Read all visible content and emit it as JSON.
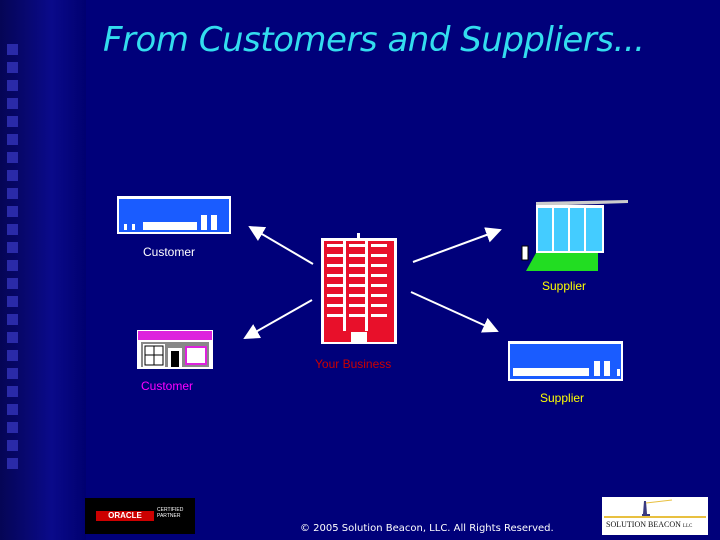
{
  "title": "From Customers and Suppliers...",
  "labels": {
    "customer_top": "Customer",
    "supplier_top": "Supplier",
    "your_business": "Your Business",
    "customer_bottom": "Customer",
    "supplier_bottom": "Supplier"
  },
  "footer": "© 2005 Solution Beacon, LLC.  All Rights Reserved.",
  "logos": {
    "oracle_word": "ORACLE",
    "oracle_tag": "CERTIFIED PARTNER",
    "solution_beacon": "SOLUTION BEACON LLC"
  },
  "colors": {
    "background": "#00007a",
    "title": "#33ddee",
    "customer_top_label": "#ffffff",
    "supplier_label": "#ffff00",
    "business_label": "#cc0000",
    "customer_bottom_label": "#ff00ff"
  }
}
